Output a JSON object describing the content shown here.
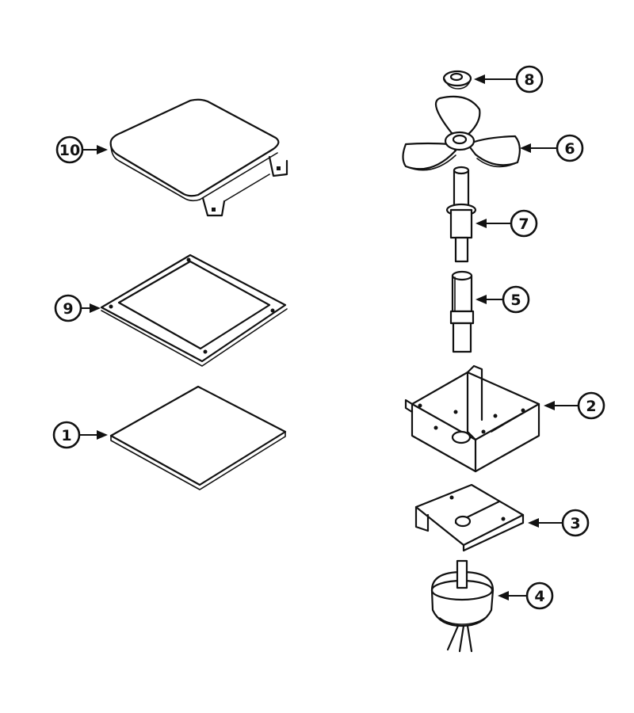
{
  "callouts": [
    {
      "id": "10",
      "label": "10"
    },
    {
      "id": "9",
      "label": "9"
    },
    {
      "id": "1",
      "label": "1"
    },
    {
      "id": "8",
      "label": "8"
    },
    {
      "id": "6",
      "label": "6"
    },
    {
      "id": "7",
      "label": "7"
    },
    {
      "id": "5",
      "label": "5"
    },
    {
      "id": "2",
      "label": "2"
    },
    {
      "id": "3",
      "label": "3"
    },
    {
      "id": "4",
      "label": "4"
    }
  ]
}
